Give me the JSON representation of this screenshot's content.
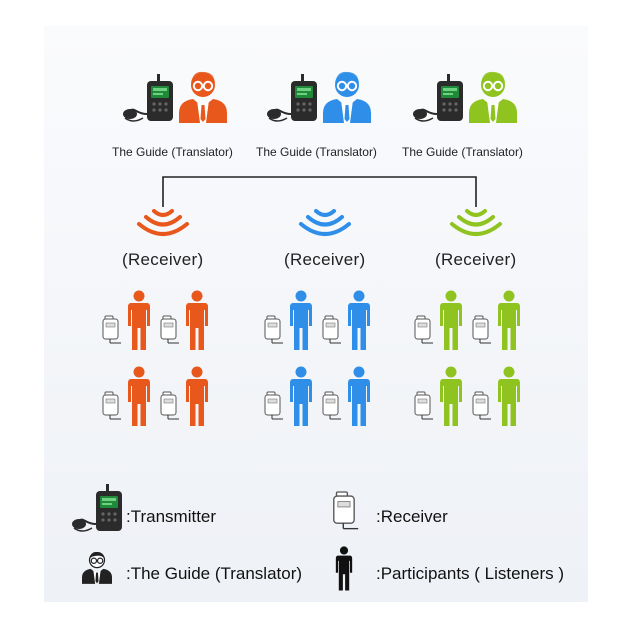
{
  "colors": {
    "orange": "#e8571c",
    "blue": "#2f8fe8",
    "green": "#8fc31f",
    "device": "#2b2b2b",
    "screen": "#1f8a3a",
    "line": "#222222"
  },
  "guides": [
    {
      "label": "The Guide (Translator)",
      "color": "orange"
    },
    {
      "label": "The Guide (Translator)",
      "color": "blue"
    },
    {
      "label": "The Guide (Translator)",
      "color": "green"
    }
  ],
  "receivers": [
    {
      "label": "(Receiver)",
      "color": "orange"
    },
    {
      "label": "(Receiver)",
      "color": "blue"
    },
    {
      "label": "(Receiver)",
      "color": "green"
    }
  ],
  "legend": {
    "transmitter": ":Transmitter",
    "receiver": ":Receiver",
    "guide": ":The Guide (Translator)",
    "participants": ":Participants ( Listeners )"
  }
}
